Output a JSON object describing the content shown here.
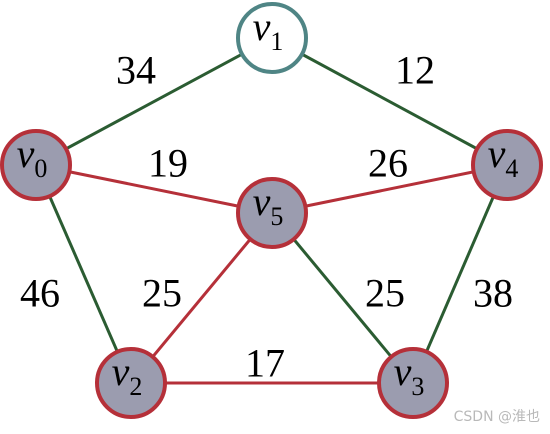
{
  "colors": {
    "highlight_edge": "#b53039",
    "normal_edge": "#2b5c32",
    "highlight_node_fill": "#9b9caf",
    "highlight_node_stroke": "#b53039",
    "start_node_fill": "#ffffff",
    "start_node_stroke": "#4f8585"
  },
  "nodes": [
    {
      "id": "v1",
      "letter": "v",
      "sub": "1",
      "style": "start"
    },
    {
      "id": "v0",
      "letter": "v",
      "sub": "0",
      "style": "highlight"
    },
    {
      "id": "v4",
      "letter": "v",
      "sub": "4",
      "style": "highlight"
    },
    {
      "id": "v5",
      "letter": "v",
      "sub": "5",
      "style": "highlight"
    },
    {
      "id": "v2",
      "letter": "v",
      "sub": "2",
      "style": "highlight"
    },
    {
      "id": "v3",
      "letter": "v",
      "sub": "3",
      "style": "highlight"
    }
  ],
  "edges": [
    {
      "from": "v0",
      "to": "v1",
      "weight": "34",
      "highlight": false
    },
    {
      "from": "v1",
      "to": "v4",
      "weight": "12",
      "highlight": false
    },
    {
      "from": "v0",
      "to": "v5",
      "weight": "19",
      "highlight": true
    },
    {
      "from": "v5",
      "to": "v4",
      "weight": "26",
      "highlight": true
    },
    {
      "from": "v0",
      "to": "v2",
      "weight": "46",
      "highlight": false
    },
    {
      "from": "v2",
      "to": "v5",
      "weight": "25",
      "highlight": true
    },
    {
      "from": "v5",
      "to": "v3",
      "weight": "25",
      "highlight": false
    },
    {
      "from": "v4",
      "to": "v3",
      "weight": "38",
      "highlight": false
    },
    {
      "from": "v2",
      "to": "v3",
      "weight": "17",
      "highlight": true
    }
  ],
  "watermark": "CSDN @淮也"
}
